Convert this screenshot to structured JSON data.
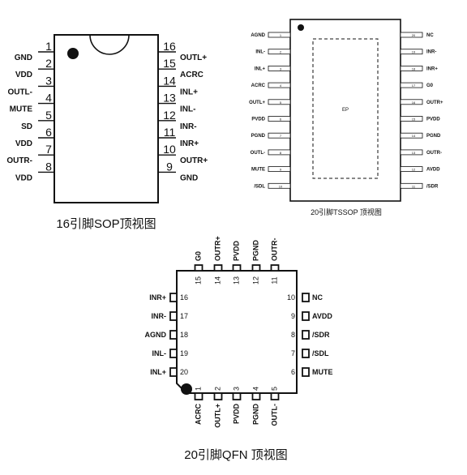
{
  "sop16": {
    "caption": "16引脚SOP顶视图",
    "left_pins": [
      {
        "num": "1",
        "label": "GND"
      },
      {
        "num": "2",
        "label": "VDD"
      },
      {
        "num": "3",
        "label": "OUTL-"
      },
      {
        "num": "4",
        "label": "MUTE"
      },
      {
        "num": "5",
        "label": "SD"
      },
      {
        "num": "6",
        "label": "VDD"
      },
      {
        "num": "7",
        "label": "OUTR-"
      },
      {
        "num": "8",
        "label": "VDD"
      }
    ],
    "right_pins": [
      {
        "num": "16",
        "label": "OUTL+"
      },
      {
        "num": "15",
        "label": "ACRC"
      },
      {
        "num": "14",
        "label": "INL+"
      },
      {
        "num": "13",
        "label": "INL-"
      },
      {
        "num": "12",
        "label": "INR-"
      },
      {
        "num": "11",
        "label": "INR+"
      },
      {
        "num": "10",
        "label": "OUTR+"
      },
      {
        "num": "9",
        "label": "GND"
      }
    ]
  },
  "tssop20": {
    "caption": "20引脚TSSOP 顶视图",
    "center_label": "EP",
    "left_pins": [
      {
        "num": "1",
        "label": "AGND"
      },
      {
        "num": "2",
        "label": "INL-"
      },
      {
        "num": "3",
        "label": "INL+"
      },
      {
        "num": "4",
        "label": "ACRC"
      },
      {
        "num": "5",
        "label": "OUTL+"
      },
      {
        "num": "6",
        "label": "PVDD"
      },
      {
        "num": "7",
        "label": "PGND"
      },
      {
        "num": "8",
        "label": "OUTL-"
      },
      {
        "num": "9",
        "label": "MUTE"
      },
      {
        "num": "10",
        "label": "/SDL"
      }
    ],
    "right_pins": [
      {
        "num": "20",
        "label": "NC"
      },
      {
        "num": "19",
        "label": "INR-"
      },
      {
        "num": "18",
        "label": "INR+"
      },
      {
        "num": "17",
        "label": "G0"
      },
      {
        "num": "16",
        "label": "OUTR+"
      },
      {
        "num": "15",
        "label": "PVDD"
      },
      {
        "num": "14",
        "label": "PGND"
      },
      {
        "num": "13",
        "label": "OUTR-"
      },
      {
        "num": "12",
        "label": "AVDD"
      },
      {
        "num": "11",
        "label": "/SDR"
      }
    ]
  },
  "qfn20": {
    "caption": "20引脚QFN 顶视图",
    "top_pins": [
      {
        "num": "15",
        "label": "G0"
      },
      {
        "num": "14",
        "label": "OUTR+"
      },
      {
        "num": "13",
        "label": "PVDD"
      },
      {
        "num": "12",
        "label": "PGND"
      },
      {
        "num": "11",
        "label": "OUTR-"
      }
    ],
    "bottom_pins": [
      {
        "num": "1",
        "label": "ACRC"
      },
      {
        "num": "2",
        "label": "OUTL+"
      },
      {
        "num": "3",
        "label": "PVDD"
      },
      {
        "num": "4",
        "label": "PGND"
      },
      {
        "num": "5",
        "label": "OUTL-"
      }
    ],
    "left_pins": [
      {
        "num": "16",
        "label": "INR+"
      },
      {
        "num": "17",
        "label": "INR-"
      },
      {
        "num": "18",
        "label": "AGND"
      },
      {
        "num": "19",
        "label": "INL-"
      },
      {
        "num": "20",
        "label": "INL+"
      }
    ],
    "right_pins": [
      {
        "num": "10",
        "label": "NC"
      },
      {
        "num": "9",
        "label": "AVDD"
      },
      {
        "num": "8",
        "label": "/SDR"
      },
      {
        "num": "7",
        "label": "/SDL"
      },
      {
        "num": "6",
        "label": "MUTE"
      }
    ]
  }
}
